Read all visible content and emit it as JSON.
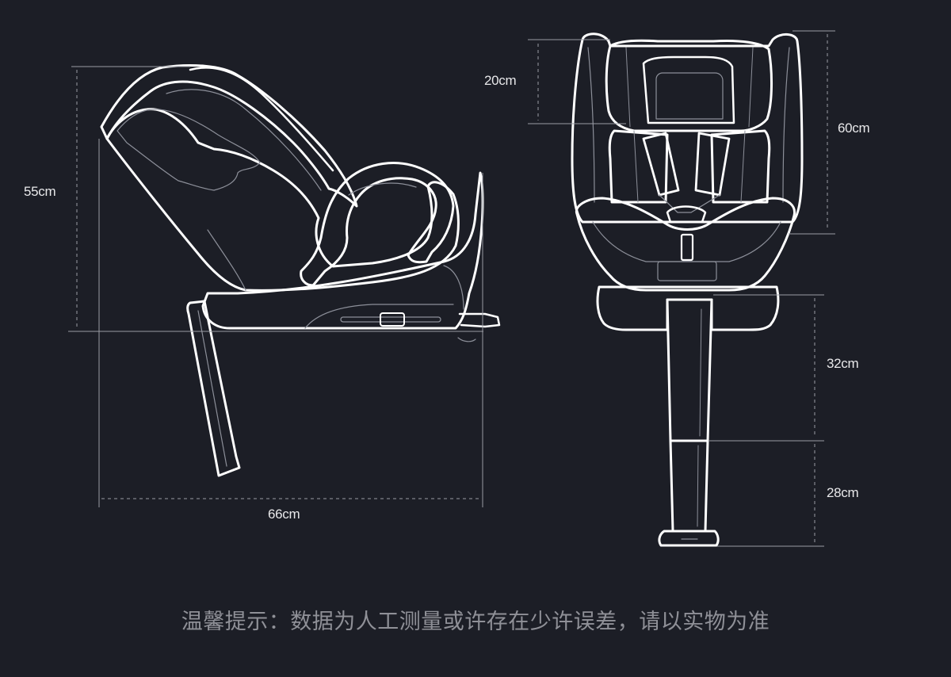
{
  "dimensions": {
    "side_height": "55cm",
    "side_depth": "66cm",
    "headrest_step": "20cm",
    "seat_height": "60cm",
    "leg_upper": "32cm",
    "leg_lower": "28cm"
  },
  "footnote": "温馨提示：数据为人工测量或许存在少许误差，请以实物为准",
  "colors": {
    "background": "#1c1e26",
    "outline": "#ffffff",
    "inner_line": "#8c8f99",
    "dimension_line": "#9a9ca4",
    "footnote_text": "#8f9097"
  }
}
